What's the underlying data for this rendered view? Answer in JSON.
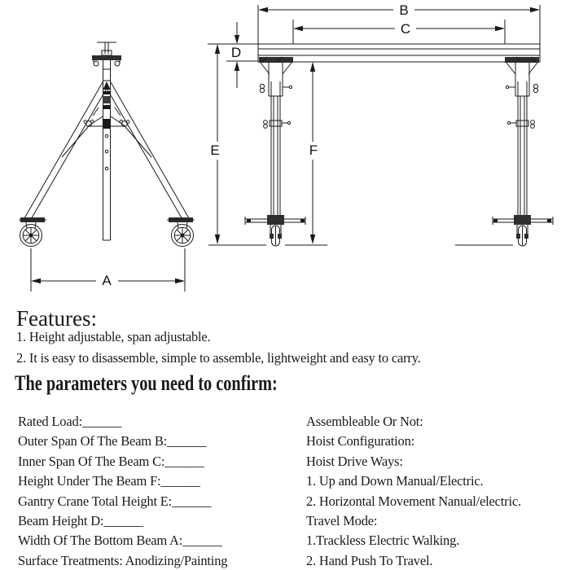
{
  "diagram": {
    "labels": {
      "A": "A",
      "B": "B",
      "C": "C",
      "D": "D",
      "E": "E",
      "F": "F"
    }
  },
  "features": {
    "heading": "Features:",
    "items": [
      "1. Height adjustable, span adjustable.",
      "2. It is easy to disassemble, simple to assemble, lightweight and easy to carry."
    ]
  },
  "parameters": {
    "heading": "The parameters you need to confirm:",
    "left": [
      "Rated Load:______",
      "Outer Span Of The Beam B:______",
      "Inner Span Of The Beam C:______",
      "Height Under The Beam F:______",
      "Gantry Crane Total Height E:______",
      "Beam Height D:______",
      "Width Of The Bottom Beam A:______",
      "Surface Treatments: Anodizing/Painting"
    ],
    "right": [
      "Assembleable Or Not:",
      "Hoist Configuration:",
      "Hoist Drive Ways:",
      "1. Up and Down Manual/Electric.",
      "2. Horizontal Movement Nanual/electric.",
      "Travel Mode:",
      "1.Trackless Electric Walking.",
      "2. Hand Push To Travel."
    ]
  }
}
